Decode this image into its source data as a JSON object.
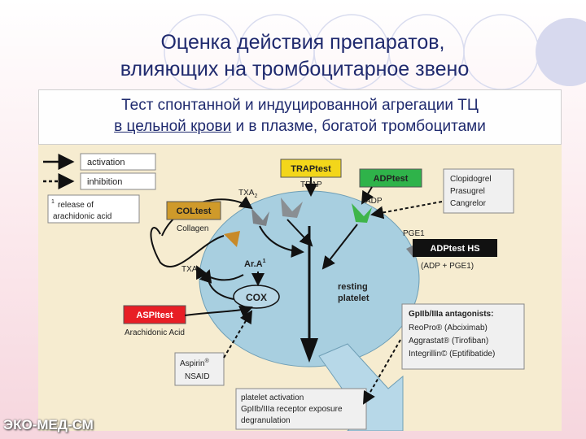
{
  "slide": {
    "title_line1": "Оценка действия препаратов,",
    "title_line2": "влияющих на тромбоцитарное звено",
    "subtitle_line1": "Тест спонтанной и индуцированной агрегации ТЦ",
    "subtitle_line2_underlined": "в цельной крови",
    "subtitle_line2_rest": " и в плазме, богатой тромбоцитами",
    "watermark": "ЭКО-МЕД-СМ"
  },
  "legend": {
    "activation": "activation",
    "inhibition": "inhibition",
    "release_sup": "1",
    "release_line1": "release of",
    "release_line2": "arachidonic acid"
  },
  "diagram": {
    "traptest": "TRAPtest",
    "trap": "TRAP",
    "adptest": "ADPtest",
    "adp": "ADP",
    "txa2_top": "TXA",
    "txa2_top_sub": "2",
    "coltest": "COLtest",
    "collagen": "Collagen",
    "txa2_left": "TXA",
    "txa2_left_sub": "2",
    "ara": "Ar.A",
    "ara_sup": "1",
    "cox": "COX",
    "resting1": "resting",
    "resting2": "platelet",
    "pge1": "PGE1",
    "adptest_hs": "ADPtest HS",
    "adp_pge1": "(ADP + PGE1)",
    "drugs1": "Clopidogrel",
    "drugs2": "Prasugrel",
    "drugs3": "Cangrelor",
    "aspitest": "ASPItest",
    "arachidonic": "Arachidonic Acid",
    "aspirin": "Aspirin",
    "aspirin_reg": "®",
    "nsaid": "NSAID",
    "gp_title": "GpIIb/IIIa antagonists:",
    "gp1": "ReoPro® (Abciximab)",
    "gp2": "Aggrastat® (Tirofiban)",
    "gp3": "Integrillin© (Eptifibatide)",
    "act1": "platelet activation",
    "act2": "GpIIb/IIIa receptor exposure",
    "act3": "degranulation"
  },
  "colors": {
    "title": "#1f2a6e",
    "platelet": "#a8cfe0",
    "traptest_bg": "#f3d61a",
    "adptest_bg": "#2fb34a",
    "coltest_bg": "#cf9a2a",
    "aspitest_bg": "#e81e25",
    "adptest_hs_bg": "#111111",
    "panel": "#f6ecd0"
  }
}
